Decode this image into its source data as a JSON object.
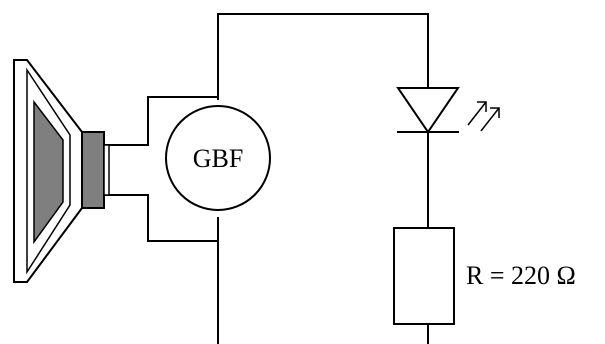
{
  "diagram": {
    "generator_label": "GBF",
    "resistor_label": "R = 220 Ω",
    "components": [
      {
        "name": "loudspeaker",
        "icon": "loudspeaker-icon"
      },
      {
        "name": "generator",
        "icon": "generator-circle"
      },
      {
        "name": "led",
        "icon": "led-diode-icon"
      },
      {
        "name": "resistor",
        "icon": "resistor-rectangle"
      }
    ],
    "colors": {
      "line": "#000000",
      "speaker_cone": "#7f7f7f",
      "speaker_magnet": "#7f7f7f",
      "background": "#ffffff"
    }
  }
}
